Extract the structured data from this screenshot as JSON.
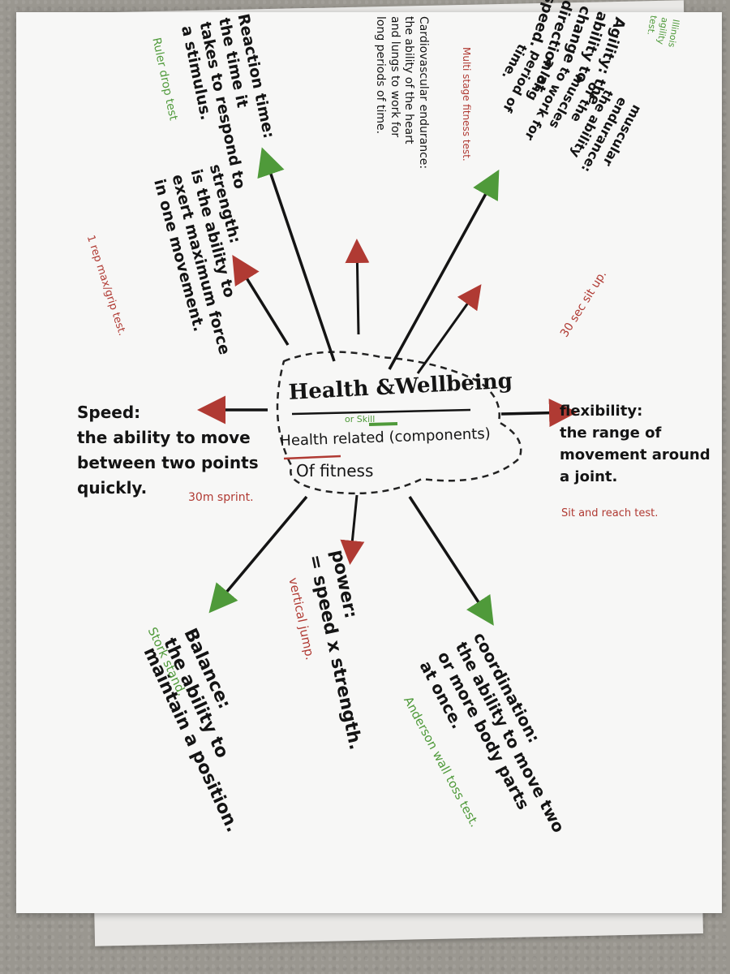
{
  "center": {
    "title": "Health &Wellbeing",
    "or_skill": "or Skill",
    "subtitle_line1": "Health related (components)",
    "subtitle_line2": "Of fitness"
  },
  "nodes": {
    "reaction_time": {
      "definition": "Reaction time:\nthe time it\ntakes to respond to\na stimulus.",
      "test": "Ruler drop test"
    },
    "cardiovascular": {
      "definition": "Cardiovascular endurance:\nthe ability of the heart\nand lungs to work for\nlong periods of time.",
      "test": "Multi stage fitness test."
    },
    "agility": {
      "definition": "Agility: the ability to change\ndirection at speed.",
      "test": "Illinois agility test.",
      "test_short": "(Illinois)"
    },
    "strength": {
      "definition": "strength:\nis the ability to\nexert maximum force\nin one movement.",
      "test": "1 rep max/grip test."
    },
    "muscular_endurance": {
      "definition": "muscular endurance:\nthe ability of the muscles\nto work for a long\nperiod of time.",
      "test": "30 sec sit up."
    },
    "speed": {
      "definition": "Speed:\nthe ability to move\nbetween two points\nquickly.",
      "test": "30m sprint."
    },
    "flexibility": {
      "definition": "flexibility:\nthe range of\nmovement around\na joint.",
      "test": "Sit and reach test."
    },
    "balance": {
      "definition": "Balance:\nthe ability to\nmaintain a position.",
      "test": "Stork stand."
    },
    "power": {
      "definition": "power:\n= speed x strength.",
      "test": "vertical jump."
    },
    "coordination": {
      "definition": "coordination:\nthe ability to move two\nor more body parts\nat once.",
      "test": "Anderson wall toss test."
    }
  },
  "colors": {
    "ink": "#141414",
    "red_ink": "#b03a33",
    "green_ink": "#4f9a3a",
    "paper": "#f7f7f6"
  }
}
